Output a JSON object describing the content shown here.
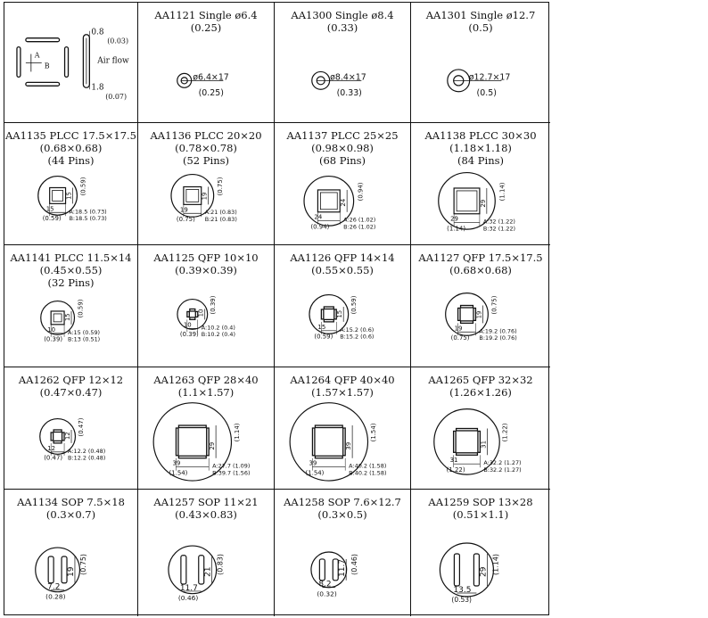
{
  "legend": {
    "dim_top": "0.8",
    "dim_top_in": "(0.03)",
    "air_flow": "Air flow",
    "dim_bottom": "1.8",
    "dim_bottom_in": "(0.07)",
    "label_a": "A",
    "label_b": "B"
  },
  "nozzles": [
    {
      "kind": "single",
      "t1": "AA1121 Single ø6.4",
      "t2": "(0.25)",
      "t3": "",
      "c1": "ø6.4×17",
      "c2": "(0.25)",
      "r": 0.16
    },
    {
      "kind": "single",
      "t1": "AA1300 Single ø8.4",
      "t2": "(0.33)",
      "t3": "",
      "c1": "ø8.4×17",
      "c2": "(0.33)",
      "r": 0.2
    },
    {
      "kind": "single",
      "t1": "AA1301 Single ø12.7",
      "t2": "(0.5)",
      "t3": "",
      "c1": "ø12.7×17",
      "c2": "(0.5)",
      "r": 0.25
    },
    {
      "kind": "plcc",
      "t1": "AA1135 PLCC 17.5×17.5",
      "t2": "(0.68×0.68)",
      "t3": "(44 Pins)",
      "w": "15",
      "wi": "(0.59)",
      "h": "15",
      "hi": "(0.59)",
      "a": "A:18.5 (0.73)",
      "b": "B:18.5 (0.73)",
      "r": 0.44,
      "s": 0.36
    },
    {
      "kind": "plcc",
      "t1": "AA1136 PLCC 20×20",
      "t2": "(0.78×0.78)",
      "t3": "(52 Pins)",
      "w": "19",
      "wi": "(0.75)",
      "h": "19",
      "hi": "(0.75)",
      "a": "A:21 (0.83)",
      "b": "B:21 (0.83)",
      "r": 0.48,
      "s": 0.4
    },
    {
      "kind": "plcc",
      "t1": "AA1137 PLCC 25×25",
      "t2": "(0.98×0.98)",
      "t3": "(68 Pins)",
      "w": "24",
      "wi": "(0.94)",
      "h": "24",
      "hi": "(0.94)",
      "a": "A:26 (1.02)",
      "b": "B:26 (1.02)",
      "r": 0.56,
      "s": 0.5
    },
    {
      "kind": "plcc",
      "t1": "AA1138 PLCC 30×30",
      "t2": "(1.18×1.18)",
      "t3": "(84 Pins)",
      "w": "29",
      "wi": "(1.14)",
      "h": "29",
      "hi": "(1.14)",
      "a": "A:32 (1.22)",
      "b": "B:32 (1.22)",
      "r": 0.64,
      "s": 0.58
    },
    {
      "kind": "plcc",
      "t1": "AA1141 PLCC 11.5×14",
      "t2": "(0.45×0.55)",
      "t3": "(32 Pins)",
      "w": "10",
      "wi": "(0.39)",
      "h": "15",
      "hi": "(0.59)",
      "a": "A:15 (0.59)",
      "b": "B:13 (0.51)",
      "r": 0.38,
      "s": 0.3
    },
    {
      "kind": "qfp",
      "t1": "AA1125 QFP 10×10",
      "t2": "(0.39×0.39)",
      "t3": "",
      "w": "10",
      "wi": "(0.39)",
      "h": "10",
      "hi": "(0.39)",
      "a": "A:10.2 (0.4)",
      "b": "B:10.2 (0.4)",
      "r": 0.34,
      "s": 0.24
    },
    {
      "kind": "qfp",
      "t1": "AA1126 QFP 14×14",
      "t2": "(0.55×0.55)",
      "t3": "",
      "w": "15",
      "wi": "(0.59)",
      "h": "15",
      "hi": "(0.59)",
      "a": "A:15.2 (0.6)",
      "b": "B:15.2 (0.6)",
      "r": 0.44,
      "s": 0.34
    },
    {
      "kind": "qfp",
      "t1": "AA1127 QFP 17.5×17.5",
      "t2": "(0.68×0.68)",
      "t3": "",
      "w": "19",
      "wi": "(0.75)",
      "h": "19",
      "hi": "(0.75)",
      "a": "A:19.2 (0.76)",
      "b": "B:19.2 (0.76)",
      "r": 0.48,
      "s": 0.4
    },
    {
      "kind": "qfp",
      "t1": "AA1262 QFP 12×12",
      "t2": "(0.47×0.47)",
      "t3": "",
      "w": "12",
      "wi": "(0.47)",
      "h": "12",
      "hi": "(0.47)",
      "a": "A:12.2 (0.48)",
      "b": "B:12.2 (0.48)",
      "r": 0.4,
      "s": 0.3
    },
    {
      "kind": "qfp",
      "t1": "AA1263 QFP 28×40",
      "t2": "(1.1×1.57)",
      "t3": "",
      "w": "39",
      "wi": "(1.54)",
      "h": "29",
      "hi": "(1.14)",
      "a": "A:27.7 (1.09)",
      "b": "B:39.7 (1.56)",
      "r": 0.88,
      "s": 0.74
    },
    {
      "kind": "qfp",
      "t1": "AA1264 QFP 40×40",
      "t2": "(1.57×1.57)",
      "t3": "",
      "w": "39",
      "wi": "(1.54)",
      "h": "39",
      "hi": "(1.54)",
      "a": "A:40.2 (1.58)",
      "b": "B:40.2 (1.58)",
      "r": 0.88,
      "s": 0.74
    },
    {
      "kind": "qfp",
      "t1": "AA1265 QFP 32×32",
      "t2": "(1.26×1.26)",
      "t3": "",
      "w": "31",
      "wi": "(1.22)",
      "h": "31",
      "hi": "(1.22)",
      "a": "A:32.2 (1.27)",
      "b": "B:32.2 (1.27)",
      "r": 0.74,
      "s": 0.6
    },
    {
      "kind": "sop",
      "t1": "AA1134 SOP 7.5×18",
      "t2": "(0.3×0.7)",
      "t3": "",
      "w": "7.2",
      "wi": "(0.28)",
      "h": "19",
      "hi": "(0.75)",
      "r": 0.5,
      "gap": 0.3
    },
    {
      "kind": "sop",
      "t1": "AA1257 SOP 11×21",
      "t2": "(0.43×0.83)",
      "t3": "",
      "w": "11.7",
      "wi": "(0.46)",
      "h": "21",
      "hi": "(0.83)",
      "r": 0.54,
      "gap": 0.4
    },
    {
      "kind": "sop",
      "t1": "AA1258 SOP 7.6×12.7",
      "t2": "(0.3×0.5)",
      "t3": "",
      "w": "8.2",
      "wi": "(0.32)",
      "h": "11.7",
      "hi": "(0.46)",
      "r": 0.4,
      "gap": 0.3
    },
    {
      "kind": "sop",
      "t1": "AA1259 SOP 13×28",
      "t2": "(0.51×1.1)",
      "t3": "",
      "w": "13.5",
      "wi": "(0.53)",
      "h": "29",
      "hi": "(1.14)",
      "r": 0.6,
      "gap": 0.44
    }
  ]
}
